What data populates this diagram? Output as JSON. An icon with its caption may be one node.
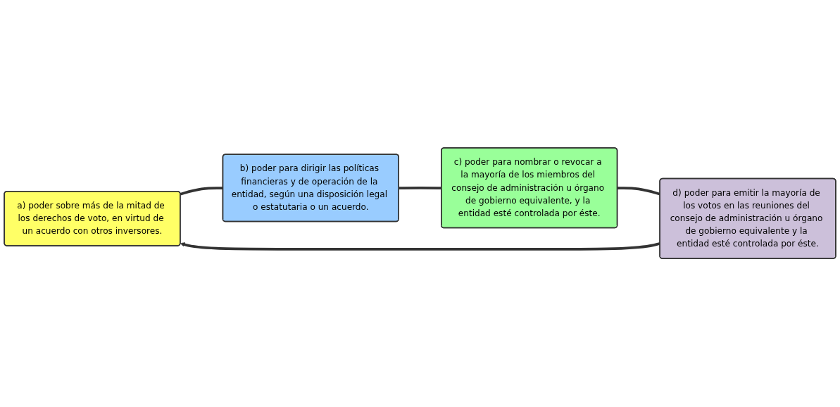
{
  "diagram": {
    "nodes": [
      {
        "text": [
          "a) poder sobre más de la mitad de los derechos de voto, en virtud de un acuerdo con otros inversores."
        ]
      },
      {
        "text": [
          "b) poder para dirigir las políticas financieras y de operación de la entidad, según una disposición legal o estatutaria o un acuerdo."
        ]
      },
      {
        "text": [
          "c) poder para nombrar o revocar a la mayoría de los miembros del consejo de administración u órgano de gobierno equivalente, y la entidad esté controlada por éste."
        ]
      },
      {
        "text": [
          "d) poder para emitir la mayoría de los votos en las reuniones del consejo de administración u órgano de gobierno equivalente y la entidad esté controlada por éste."
        ]
      }
    ],
    "edges": [
      {
        "from": 0,
        "to": 1,
        "arrow": "none"
      },
      {
        "from": 1,
        "to": 2,
        "arrow": "none"
      },
      {
        "from": 2,
        "to": 3,
        "arrow": "none"
      },
      {
        "from": 3,
        "to": 0,
        "arrow": "to"
      }
    ]
  }
}
